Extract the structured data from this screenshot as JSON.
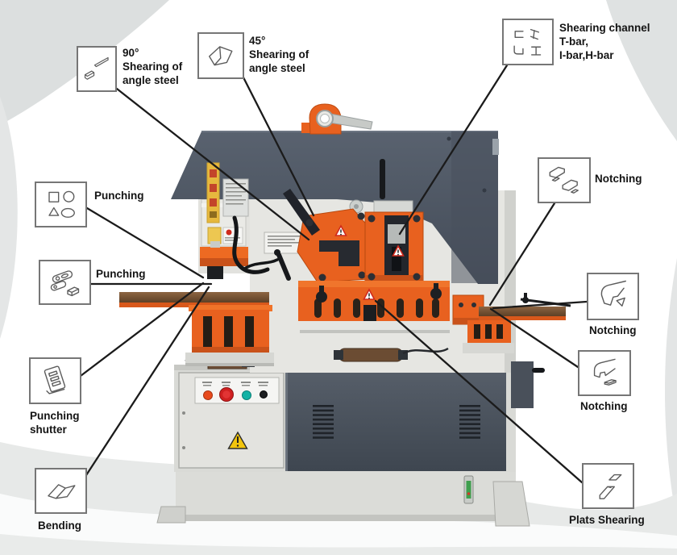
{
  "diagram": {
    "labels": [
      {
        "name": "shearing-90",
        "lines": [
          "90°",
          "Shearing of",
          "angle steel"
        ]
      },
      {
        "name": "shearing-45",
        "lines": [
          "45°",
          "Shearing of",
          "angle steel"
        ]
      },
      {
        "name": "shearing-channel",
        "lines": [
          "Shearing channel",
          "T-bar,",
          "I-bar,H-bar"
        ]
      },
      {
        "name": "punching-shapes",
        "lines": [
          "Punching"
        ]
      },
      {
        "name": "punching",
        "lines": [
          "Punching"
        ]
      },
      {
        "name": "punching-shutter",
        "lines": [
          "Punching",
          "shutter"
        ]
      },
      {
        "name": "bending",
        "lines": [
          "Bending"
        ]
      },
      {
        "name": "notching-top",
        "lines": [
          "Notching"
        ]
      },
      {
        "name": "notching-middle",
        "lines": [
          "Notching"
        ]
      },
      {
        "name": "notching-bottom",
        "lines": [
          "Notching"
        ]
      },
      {
        "name": "plats-shearing",
        "lines": [
          "Plats Shearing"
        ]
      }
    ],
    "machine": {
      "warning_symbol": "!",
      "colors": {
        "accent_orange": "#e8611f",
        "head_gray": "#4e5662",
        "body_gray": "#e7e7e3",
        "cabinet_gray": "#dcddd8",
        "vent_panel": "#4d555f",
        "table_brown": "#7c5836",
        "warning_yellow": "#f2c50d",
        "estop_red": "#cf2020",
        "start_teal": "#14b2a5",
        "indicator_red": "#e84a1c",
        "gauge_green": "#3f9f4e",
        "leader_line": "#1b1b1b"
      }
    }
  }
}
